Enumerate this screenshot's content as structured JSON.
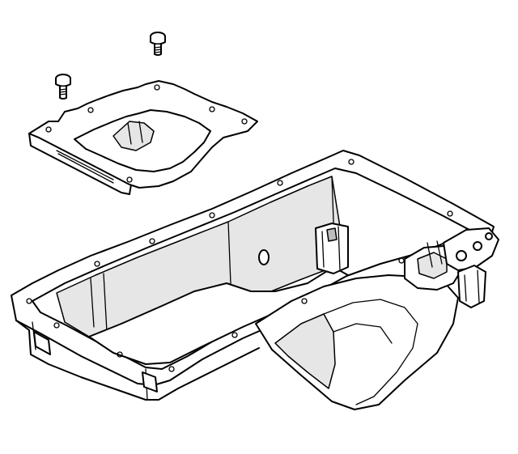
{
  "diagram": {
    "parts": [
      {
        "id": "bolt-upper",
        "icon": "bolt-icon"
      },
      {
        "id": "bolt-left",
        "icon": "bolt-icon"
      },
      {
        "id": "oil-pan-baffle",
        "icon": "baffle-icon"
      },
      {
        "id": "oil-pan",
        "icon": "oil-pan-icon"
      }
    ],
    "colors": {
      "line": "#000000",
      "background": "#ffffff",
      "shade": "#e6e6e6"
    }
  }
}
